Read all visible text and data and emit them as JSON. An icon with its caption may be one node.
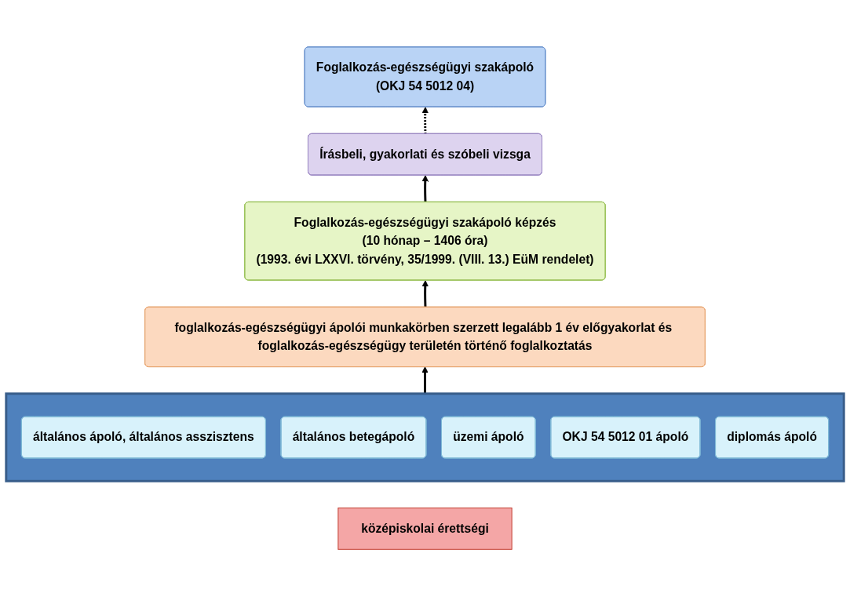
{
  "diagram": {
    "nodes": [
      {
        "text": [
          "Foglalkozás-egészségügyi szakápoló",
          "(OKJ 54 5012 04)"
        ]
      },
      {
        "text": [
          "Írásbeli, gyakorlati és szóbeli vizsga"
        ]
      },
      {
        "text": [
          "Foglalkozás-egészségügyi szakápoló képzés",
          "(10 hónap – 1406 óra)",
          "(1993. évi LXXVI. törvény, 35/1999. (VIII. 13.) EüM rendelet)"
        ]
      },
      {
        "text": [
          "foglalkozás-egészségügyi ápolói munkakörben szerzett legalább 1 év előgyakorlat és foglalkozás-egészségügy területén történő foglalkoztatás"
        ]
      },
      {
        "text": [],
        "shape": "box"
      },
      {
        "text": [
          "általános ápoló, általános asszisztens"
        ],
        "in": 4
      },
      {
        "text": [
          "általános betegápoló"
        ],
        "in": 4
      },
      {
        "text": [
          "üzemi ápoló"
        ],
        "in": 4
      },
      {
        "text": [
          "OKJ 54 5012 01 ápoló"
        ],
        "in": 4
      },
      {
        "text": [
          "diplomás ápoló"
        ],
        "in": 4
      },
      {
        "text": [
          "középiskolai érettségi"
        ]
      }
    ],
    "edges": [
      {
        "from": 4,
        "to": 3,
        "arrow": "to"
      },
      {
        "from": 3,
        "to": 2,
        "arrow": "to"
      },
      {
        "from": 2,
        "to": 1,
        "arrow": "to"
      },
      {
        "from": 1,
        "to": 0,
        "arrow": "to",
        "style": "dashed"
      }
    ]
  }
}
